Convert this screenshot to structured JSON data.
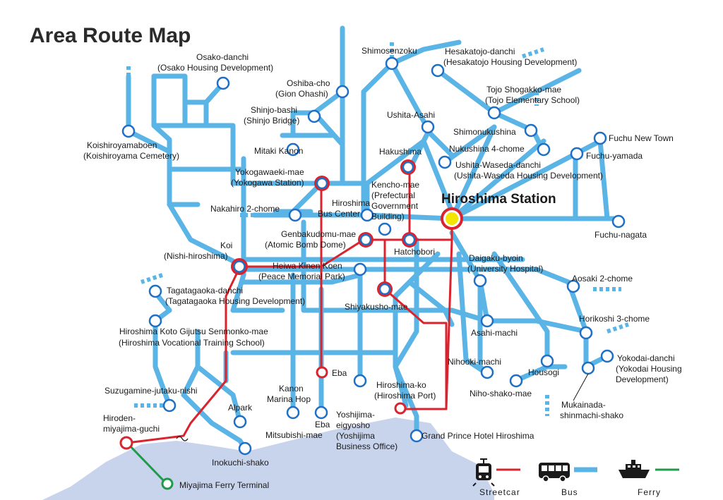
{
  "title": "Area Route Map",
  "colors": {
    "bus": "#5ab4e5",
    "streetcar": "#d9232e",
    "ferry": "#1f9a4a",
    "sea": "#c8d3ec",
    "hub": "#f2e500"
  },
  "stations": {
    "osako": "Osako-danchi",
    "osako_sub": "(Osako Housing Development)",
    "oshiba": "Oshiba-cho",
    "oshiba_sub": "(Gion Ohashi)",
    "shinjo": "Shinjo-bashi",
    "shinjo_sub": "(Shinjo Bridge)",
    "koishiro": "Koishiroyamaboen",
    "koishiro_sub": "(Koishiroyama Cemetery)",
    "mitaki": "Mitaki Kanon",
    "yokogawa": "Yokogawaeki-mae",
    "yokogawa_sub": "(Yokogawa Station)",
    "nakahiro": "Nakahiro 2-chome",
    "koi": "Koi",
    "koi_sub": "(Nishi-hiroshima)",
    "tagata": "Tagatagaoka-danchi",
    "tagata_sub": "(Tagatagaoka Housing Development)",
    "koto": "Hiroshima Koto Gijutsu Senmonko-mae",
    "koto_sub": "(Hiroshima Vocational Training School)",
    "suzu": "Suzugamine-jutaku-nishi",
    "miyaguchi": "Hiroden-",
    "miyaguchi_sub": "miyajima-guchi",
    "ferry_term": "Miyajima Ferry Terminal",
    "inokuchi": "Inokuchi-shako",
    "alpark": "Alpark",
    "mitsubishi": "Mitsubishi-mae",
    "kanon": "Kanon",
    "kanon_sub": "Marina Hop",
    "eba": "Eba",
    "eba2": "Eba",
    "yoshijima": "Yoshijima-",
    "yoshijima_2": "eigyosho",
    "yoshijima_3": "(Yoshijima",
    "yoshijima_4": "Business Office)",
    "port": "Hiroshima-ko",
    "port_sub": "(Hiroshima Port)",
    "grand": "Grand Prince Hotel Hiroshima",
    "shiyaku": "Shiyakusho-mae",
    "heiwa": "Heiwa Kinen Koen",
    "heiwa_sub": "(Peace Memorial Park)",
    "genbaku": "Genbakudomu-mae",
    "genbaku_sub": "(Atomic Bomb Dome)",
    "buscenter": "Hiroshima",
    "buscenter_sub": "Bus Center",
    "hatchobori": "Hatchobori",
    "kencho": "Kencho-mae",
    "kencho_2": "(Prefectural",
    "kencho_3": "Government",
    "kencho_4": "Building)",
    "hakushima": "Hakushima",
    "shimosen": "Shimosenzoku",
    "hesaka": "Hesakatojo-danchi",
    "hesaka_sub": "(Hesakatojo Housing Development)",
    "tojo": "Tojo Shogakko-mae",
    "tojo_sub": "(Tojo Elementary School)",
    "ushita": "Ushita-Asahi",
    "shimonuku": "Shimonukushina",
    "nukushina": "Nukushina 4-chome",
    "waseda": "Ushita-Waseda-danchi",
    "waseda_sub": "(Ushita-Waseda Housing Development)",
    "fuchunt": "Fuchu New Town",
    "fuchuyama": "Fuchu-yamada",
    "hiroshima_station": "Hiroshima Station",
    "fuchunaga": "Fuchu-nagata",
    "daigaku": "Daigaku-byoin",
    "daigaku_sub": "(University Hospital)",
    "aosaki": "Aosaki 2-chome",
    "asahi": "Asahi-machi",
    "horikoshi": "Horikoshi 3-chome",
    "yokodai": "Yokodai-danchi",
    "yokodai_2": "(Yokodai Housing",
    "yokodai_3": "Development)",
    "nihooki": "Nihooki-machi",
    "housogi": "Housogi",
    "nihoshako": "Niho-shako-mae",
    "mukainada": "Mukainada-",
    "mukainada_sub": "shinmachi-shako"
  },
  "legend": {
    "streetcar": "Streetcar",
    "bus": "Bus",
    "ferry": "Ferry",
    "tram_icon": "tram-icon",
    "bus_icon": "bus-icon",
    "ship_icon": "ship-icon"
  }
}
